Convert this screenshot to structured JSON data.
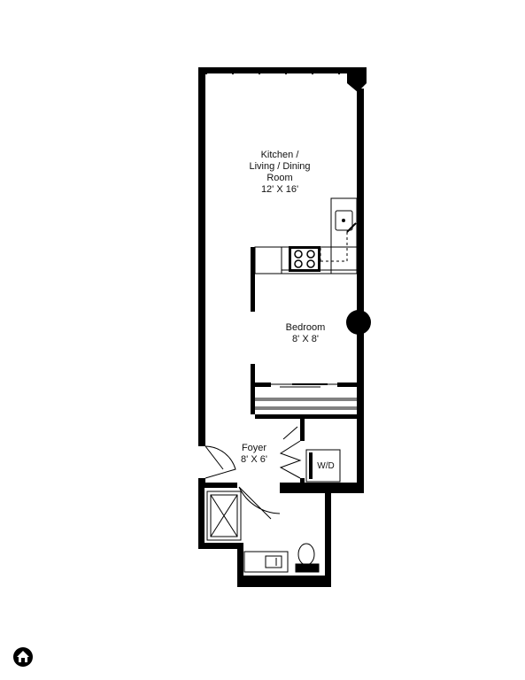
{
  "rooms": {
    "kitchen": {
      "name_lines": [
        "Kitchen /",
        "Living / Dining",
        "Room"
      ],
      "size": "12' X 16'"
    },
    "bedroom": {
      "name": "Bedroom",
      "size": "8' X 8'"
    },
    "foyer": {
      "name": "Foyer",
      "size": "8' X 6'"
    }
  },
  "fixtures": {
    "washer_dryer": "W/D"
  },
  "colors": {
    "wall": "#000000",
    "background": "#ffffff"
  },
  "icons": {
    "logo": "house-logo-icon"
  }
}
